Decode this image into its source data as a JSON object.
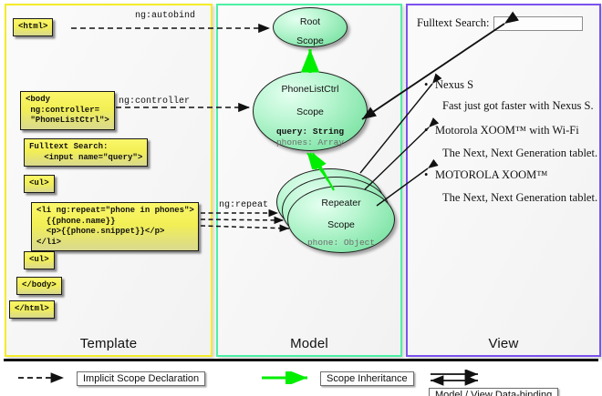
{
  "columns": {
    "template": {
      "label": "Template",
      "border_color": "#f5ec2a"
    },
    "model": {
      "label": "Model",
      "border_color": "#4df0a5"
    },
    "view": {
      "label": "View",
      "border_color": "#7b52ee"
    }
  },
  "template_boxes": [
    {
      "id": "html",
      "text": "<html>"
    },
    {
      "id": "body",
      "text": "<body\n ng:controller=\n \"PhoneListCtrl\">"
    },
    {
      "id": "search",
      "text": "Fulltext Search:\n   <input name=\"query\">"
    },
    {
      "id": "ul1",
      "text": "<ul>"
    },
    {
      "id": "li",
      "text": "<li ng:repeat=\"phone in phones\">\n  {{phone.name}}\n  <p>{{phone.snippet}}</p>\n</li>"
    },
    {
      "id": "ul2",
      "text": "<ul>"
    },
    {
      "id": "cbody",
      "text": "</body>"
    },
    {
      "id": "chtml",
      "text": "</html>"
    }
  ],
  "connector_labels": {
    "autobind": "ng:autobind",
    "controller": "ng:controller",
    "repeat": "ng:repeat"
  },
  "model_scopes": {
    "root": {
      "title_line1": "Root",
      "title_line2": "Scope"
    },
    "controller": {
      "title_line1": "PhoneListCtrl",
      "title_line2": "Scope",
      "prop_strong": "query: String",
      "prop_dim": "phones: Array"
    },
    "repeater": {
      "title_line1": "Repeater",
      "title_line2": "Scope",
      "prop_dim": "phone: Object"
    }
  },
  "view": {
    "search_label": "Fulltext Search:",
    "search_value": "",
    "search_placeholder": "",
    "items": [
      {
        "name": "Nexus S",
        "snippet": "Fast just got faster with Nexus S."
      },
      {
        "name": "Motorola XOOM™  with Wi-Fi",
        "snippet": "The Next, Next Generation tablet."
      },
      {
        "name": "MOTOROLA XOOM™",
        "snippet": "The Next, Next Generation tablet."
      }
    ]
  },
  "legend": [
    {
      "id": "implicit",
      "label": "Implicit Scope Declaration",
      "style": "dashed-arrow",
      "color": "#111111"
    },
    {
      "id": "inheritance",
      "label": "Scope Inheritance",
      "style": "solid-arrow",
      "color": "#00ee00"
    },
    {
      "id": "databinding",
      "label": "Model / View Data-binding",
      "style": "double-arrow",
      "color": "#111111"
    }
  ],
  "colors": {
    "code_box_fill": "#f2ef55",
    "scope_fill": "#86e6ab",
    "inheritance_arrow": "#00ee00"
  }
}
